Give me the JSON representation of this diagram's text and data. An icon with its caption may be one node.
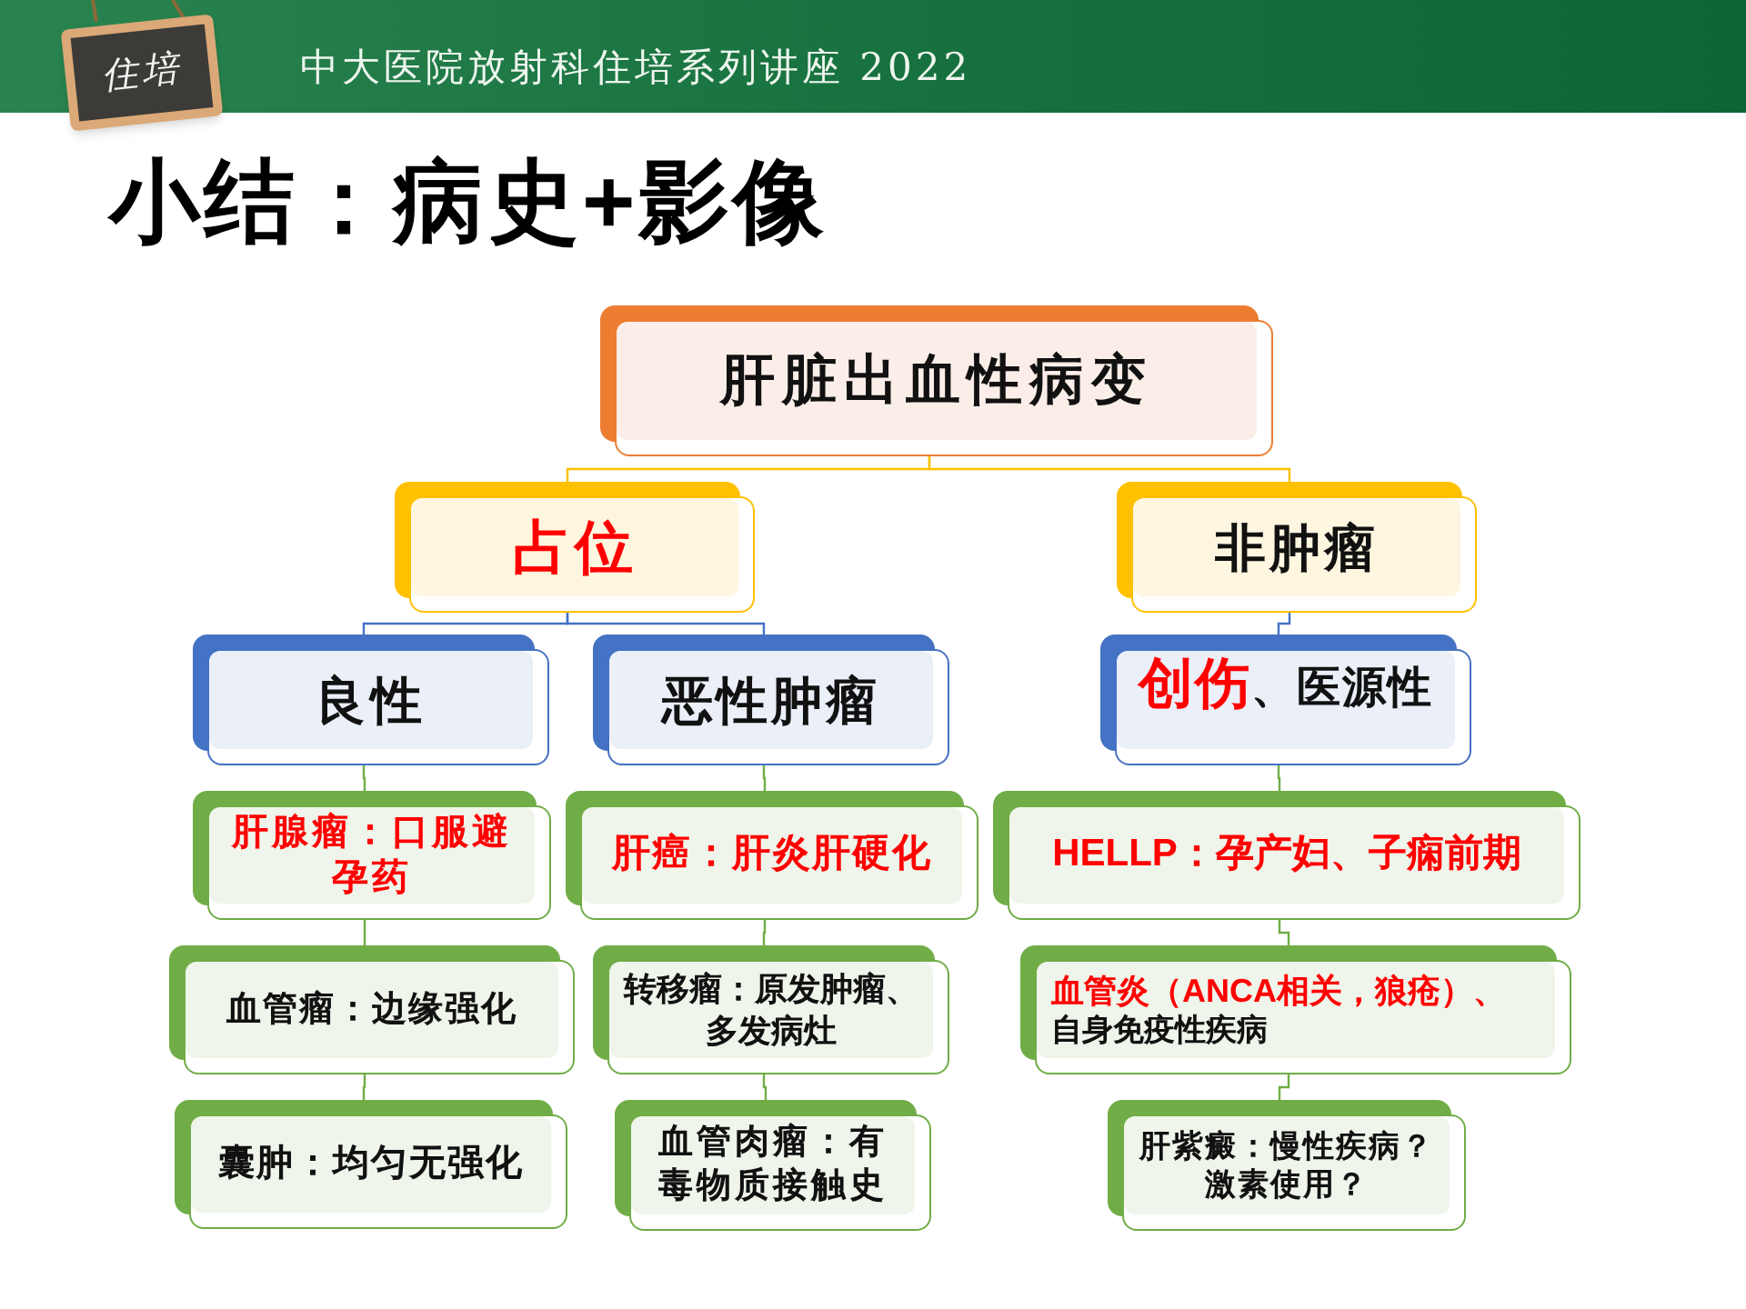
{
  "diagram": {
    "title": "小结：病史+影像",
    "nodes": [
      {
        "text": [
          "肝脏出血性病变"
        ]
      },
      {
        "text": [
          "占位"
        ]
      },
      {
        "text": [
          "非肿瘤"
        ]
      },
      {
        "text": [
          "良性"
        ]
      },
      {
        "text": [
          "恶性肿瘤"
        ]
      },
      {
        "text": [
          "创伤",
          "、医源性"
        ]
      },
      {
        "text": [
          "肝腺瘤：口服避孕药"
        ]
      },
      {
        "text": [
          "肝癌：肝炎肝硬化"
        ]
      },
      {
        "text": [
          "HELLP：孕产妇、子痫前期"
        ]
      },
      {
        "text": [
          "血管瘤：边缘强化"
        ]
      },
      {
        "text": [
          "转移瘤：原发肿瘤、多发病灶"
        ]
      },
      {
        "text": [
          "血管炎（ANCA相关，狼疮）、",
          "自身免疫性疾病"
        ]
      },
      {
        "text": [
          "囊肿：均匀无强化"
        ]
      },
      {
        "text": [
          "血管肉瘤：有毒物质接触史"
        ]
      },
      {
        "text": [
          "肝紫癜：慢性疾病？激素使用？"
        ]
      }
    ],
    "edges": [
      {
        "from": 0,
        "to": 1,
        "arrow": "none",
        "color": "#ffc000"
      },
      {
        "from": 0,
        "to": 2,
        "arrow": "none",
        "color": "#ffc000"
      },
      {
        "from": 1,
        "to": 3,
        "arrow": "none",
        "color": "#4472c4"
      },
      {
        "from": 1,
        "to": 4,
        "arrow": "none",
        "color": "#4472c4"
      },
      {
        "from": 2,
        "to": 5,
        "arrow": "none",
        "color": "#4472c4"
      },
      {
        "from": 3,
        "to": 6,
        "arrow": "none"
      },
      {
        "from": 4,
        "to": 7,
        "arrow": "none"
      },
      {
        "from": 5,
        "to": 8,
        "arrow": "none"
      },
      {
        "from": 6,
        "to": 9,
        "arrow": "none"
      },
      {
        "from": 7,
        "to": 10,
        "arrow": "none"
      },
      {
        "from": 8,
        "to": 11,
        "arrow": "none"
      },
      {
        "from": 9,
        "to": 12,
        "arrow": "none"
      },
      {
        "from": 10,
        "to": 13,
        "arrow": "none"
      },
      {
        "from": 11,
        "to": 14,
        "arrow": "none"
      }
    ],
    "labels": [
      "住培",
      "中大医院放射科住培系列讲座 2022"
    ]
  }
}
